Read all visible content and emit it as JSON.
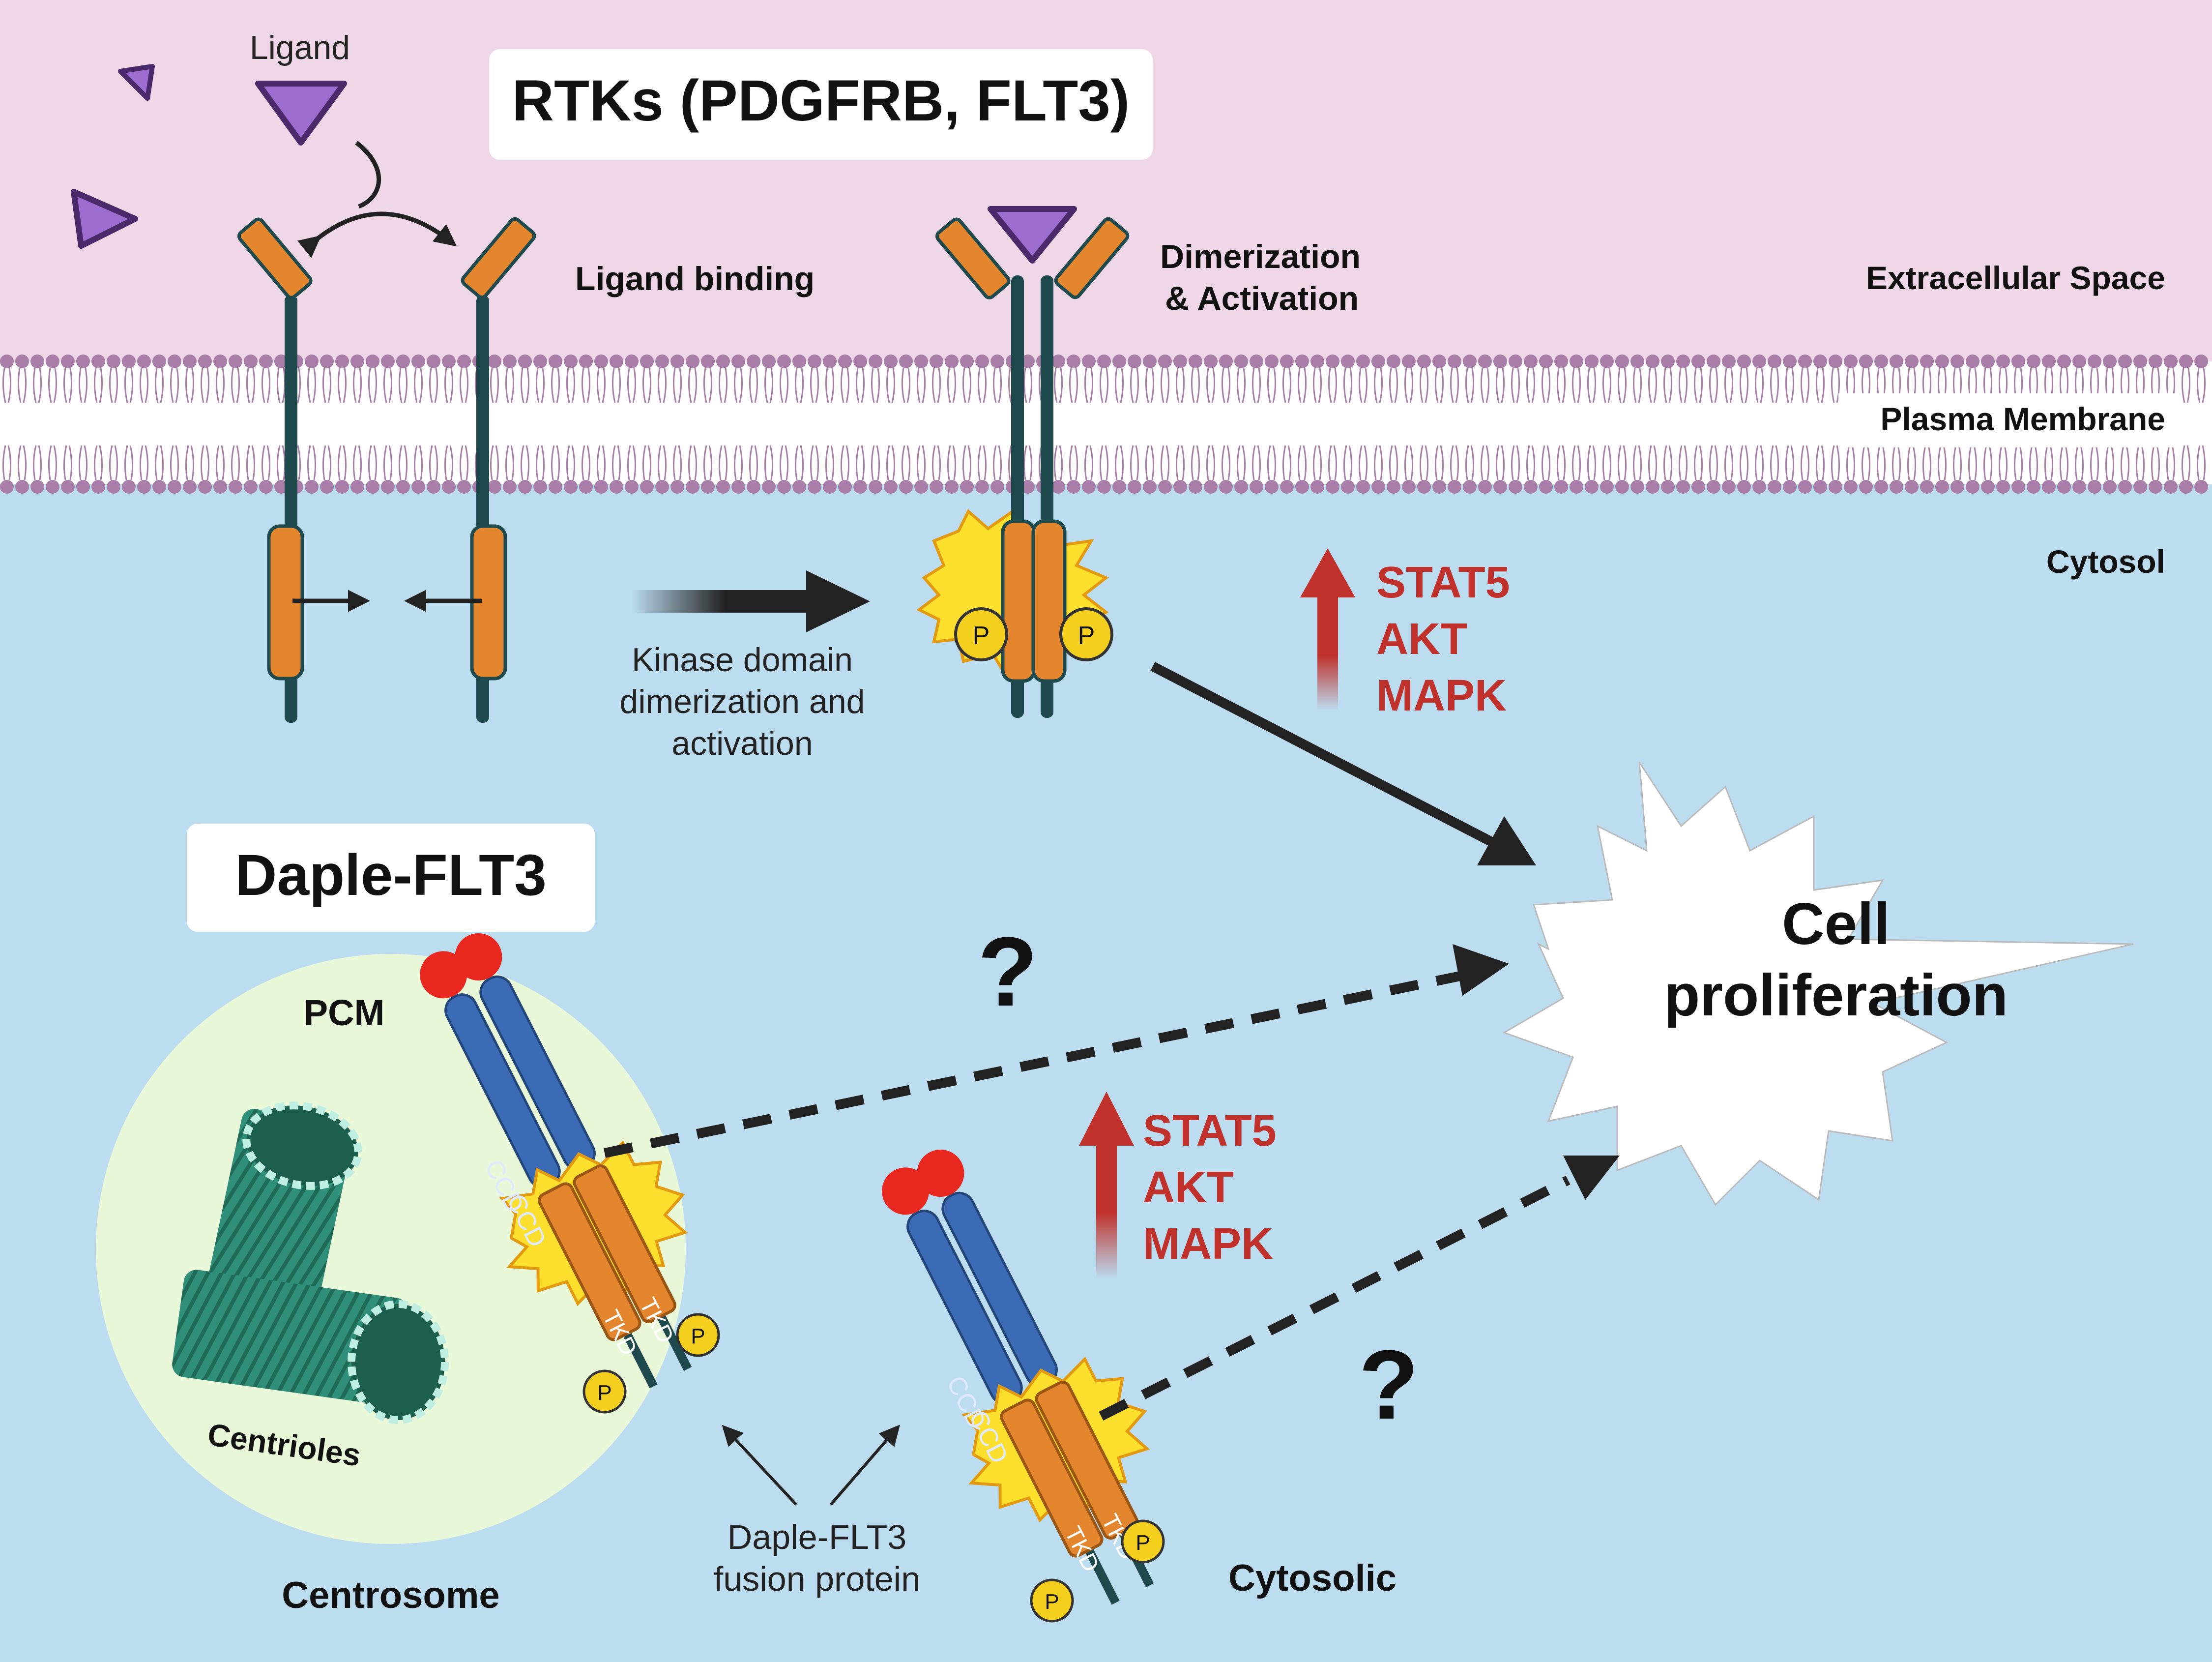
{
  "title": "RTKs (PDGFRB, FLT3)",
  "regions": {
    "extracellular": "Extracellular Space",
    "membrane": "Plasma Membrane",
    "cytosol": "Cytosol"
  },
  "labels": {
    "ligand": "Ligand",
    "ligand_binding": "Ligand binding",
    "dimerization_line1": "Dimerization",
    "dimerization_line2": "& Activation",
    "kinase_line1": "Kinase domain",
    "kinase_line2": "dimerization and",
    "kinase_line3": "activation",
    "phospho": "P",
    "daple_title": "Daple-FLT3",
    "pcm": "PCM",
    "centrioles": "Centrioles",
    "centrosome": "Centrosome",
    "cytosolic": "Cytosolic",
    "fusion_line1": "Daple-FLT3",
    "fusion_line2": "fusion protein",
    "ccd": "CCD",
    "tkd": "TKD",
    "question": "?",
    "cell_line1": "Cell",
    "cell_line2": "proliferation"
  },
  "signals_top": [
    "STAT5",
    "AKT",
    "MAPK"
  ],
  "signals_bottom": [
    "STAT5",
    "AKT",
    "MAPK"
  ],
  "colors": {
    "extracellular_bg": "#efd7e8",
    "cytosol_bg": "#bcdcf0",
    "lipid_head": "#a87ea8",
    "receptor_orange": "#e4862e",
    "receptor_stalk": "#1e4a4e",
    "ligand_purple": "#9d6ccf",
    "ccd_blue": "#3b6bb5",
    "head_red": "#e8281e",
    "phospho_yellow": "#f5cf1e",
    "signal_red": "#c0312b",
    "pcm_green": "#e9f8d8",
    "centriole_green": "#2f8f78"
  }
}
